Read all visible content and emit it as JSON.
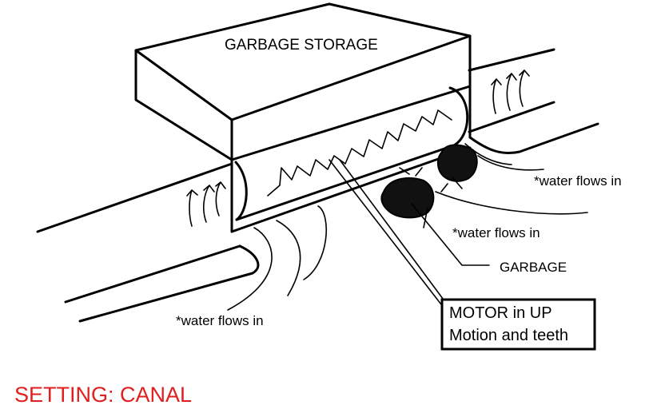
{
  "diagram": {
    "labels": {
      "storage": "GARBAGE STORAGE",
      "water_right": "*water flows in",
      "water_middle": "*water flows in",
      "water_left": "*water flows in",
      "garbage": "GARBAGE",
      "motor_line1": "MOTOR in UP",
      "motor_line2": "Motion and teeth",
      "setting": "SETTING: CANAL"
    },
    "colors": {
      "ink": "#000000",
      "setting_text": "#e02020",
      "background": "#ffffff"
    },
    "icons": [
      "garbage-blob",
      "water-flow-arrow"
    ]
  }
}
